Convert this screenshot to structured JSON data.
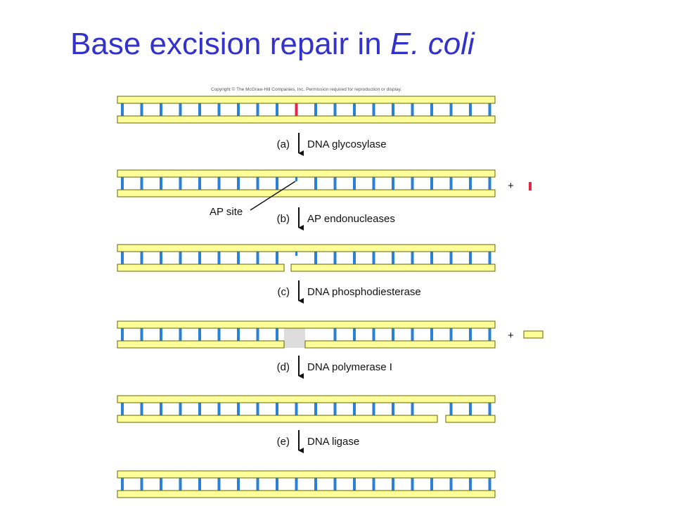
{
  "title": {
    "main": "Base excision repair in ",
    "italic": "E. coli"
  },
  "copyright": "Copyright © The McGraw-Hill Companies, Inc. Permission required for reproduction or display.",
  "steps": [
    {
      "letter": "(a)",
      "enzyme": "DNA glycosylase"
    },
    {
      "letter": "(b)",
      "enzyme": "AP endonucleases"
    },
    {
      "letter": "(c)",
      "enzyme": "DNA phosphodiesterase"
    },
    {
      "letter": "(d)",
      "enzyme": "DNA polymerase I"
    },
    {
      "letter": "(e)",
      "enzyme": "DNA ligase"
    }
  ],
  "ap_site_label": "AP site",
  "plus_sign": "+",
  "colors": {
    "title": "#3333cc",
    "strand_fill": "#ffff99",
    "strand_stroke": "#666600",
    "base": "#2a7fd6",
    "damaged_base": "#e0284a",
    "gap": "#dddddd"
  }
}
